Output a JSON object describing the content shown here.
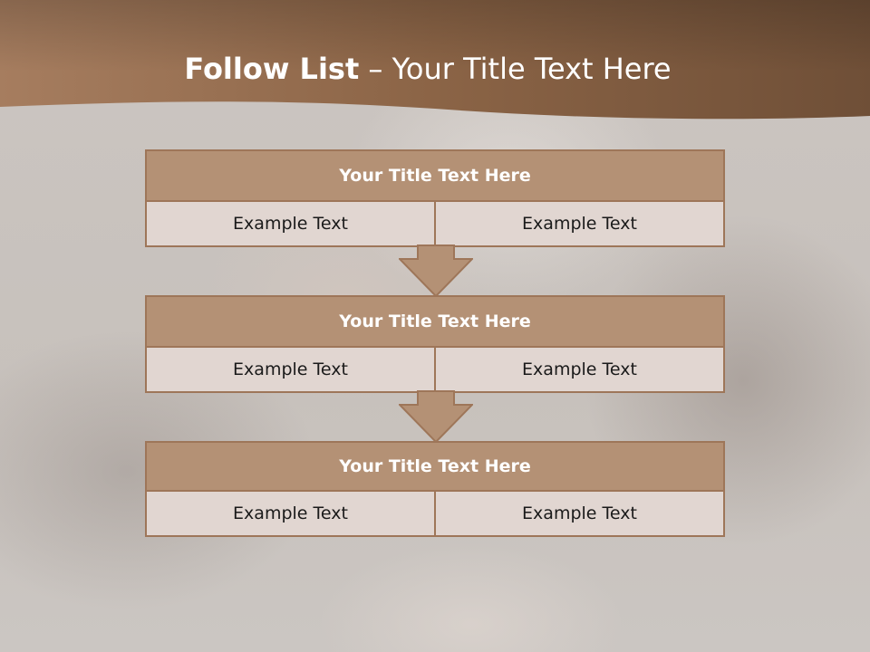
{
  "slide": {
    "title_bold": "Follow List",
    "title_rest": " – Your Title Text Here"
  },
  "colors": {
    "header_brown": "#8c6748",
    "block_title_fill": "#b49175",
    "block_border": "#9e7659",
    "cell_fill": "#e1d6d1"
  },
  "blocks": [
    {
      "title": "Your Title Text Here",
      "cells": [
        "Example Text",
        "Example Text"
      ]
    },
    {
      "title": "Your Title Text Here",
      "cells": [
        "Example Text",
        "Example Text"
      ]
    },
    {
      "title": "Your Title Text Here",
      "cells": [
        "Example Text",
        "Example Text"
      ]
    }
  ],
  "connectors": [
    "down-arrow-icon",
    "down-arrow-icon"
  ]
}
